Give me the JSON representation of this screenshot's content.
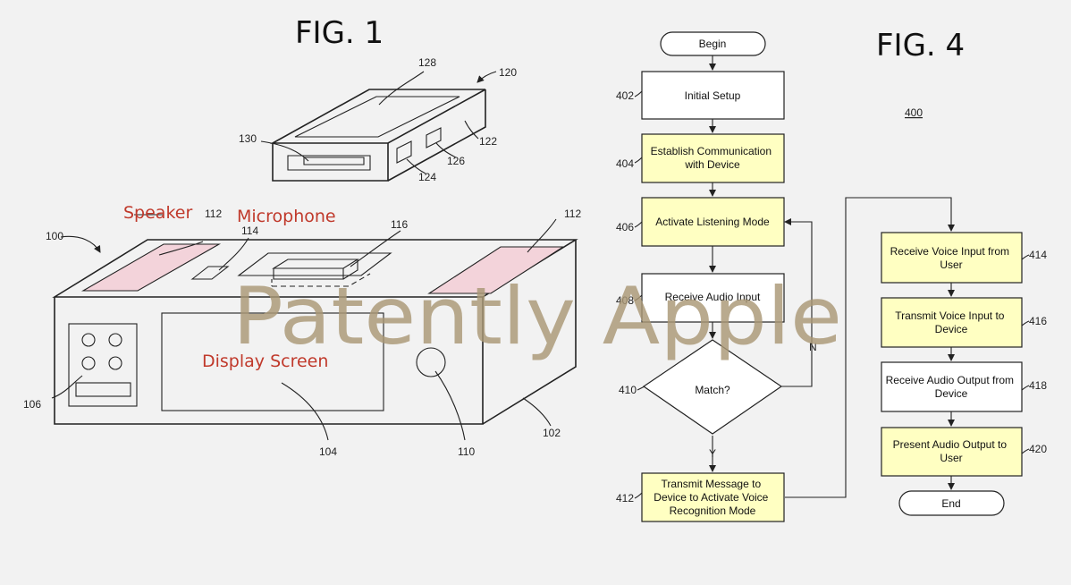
{
  "fig1": {
    "title": "FIG. 1",
    "annotations": {
      "speaker": "Speaker",
      "microphone": "Microphone",
      "display": "Display Screen"
    },
    "refs": {
      "r128": "128",
      "r120": "120",
      "r130": "130",
      "r122": "122",
      "r126": "126",
      "r124": "124",
      "r112a": "112",
      "r112b": "112",
      "r114": "114",
      "r116": "116",
      "r100": "100",
      "r106": "106",
      "r104": "104",
      "r110": "110",
      "r102": "102"
    }
  },
  "fig4": {
    "title": "FIG. 4",
    "ref400": "400",
    "begin": "Begin",
    "end": "End",
    "decision": "Match?",
    "yes": "Y",
    "no": "N",
    "steps": [
      {
        "ref": "402",
        "lines": [
          "Initial Setup"
        ]
      },
      {
        "ref": "404",
        "lines": [
          "Establish Communication",
          "with Device"
        ]
      },
      {
        "ref": "406",
        "lines": [
          "Activate Listening Mode"
        ]
      },
      {
        "ref": "408",
        "lines": [
          "Receive Audio Input"
        ]
      },
      {
        "ref": "410",
        "lines": []
      },
      {
        "ref": "412",
        "lines": [
          "Transmit Message to",
          "Device to Activate Voice",
          "Recognition Mode"
        ]
      },
      {
        "ref": "414",
        "lines": [
          "Receive Voice Input from",
          "User"
        ]
      },
      {
        "ref": "416",
        "lines": [
          "Transmit Voice Input to",
          "Device"
        ]
      },
      {
        "ref": "418",
        "lines": [
          "Receive Audio Output from",
          "Device"
        ]
      },
      {
        "ref": "420",
        "lines": [
          "Present Audio Output to",
          "User"
        ]
      }
    ]
  },
  "watermark": "Patently Apple",
  "colors": {
    "highlight": "#ffffc2",
    "pink": "#f3d3da",
    "annotation": "#c0392b",
    "watermark": "#a99775"
  }
}
